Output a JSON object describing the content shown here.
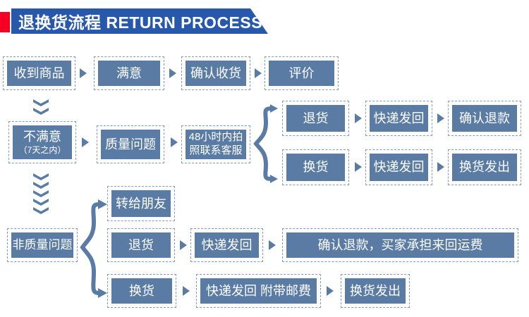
{
  "header": {
    "title": "退换货流程 RETURN PROCESS"
  },
  "colors": {
    "banner_blue": "#2758ab",
    "accent_red": "#f50024",
    "box_fill": "#5a7ca4",
    "box_dashed_border": "#7f9bbd",
    "text_on_box": "#ffffff"
  },
  "flow": {
    "received": "收到商品",
    "satisfied": "满意",
    "confirm_receipt": "确认收货",
    "review": "评价",
    "unsatisfied": "不满意",
    "unsatisfied_note": "（7天之内）",
    "quality_issue": "质量问题",
    "contact_service": "48小时内拍照联系客服",
    "q_return": "退货",
    "q_return_ship": "快递发回",
    "q_return_refund": "确认退款",
    "q_exchange": "换货",
    "q_exchange_ship": "快递发回",
    "q_exchange_send": "换货发出",
    "non_quality": "非质量问题",
    "nq_friend": "转给朋友",
    "nq_return": "退货",
    "nq_return_ship": "快递发回",
    "nq_return_refund": "确认退款，买家承担来回运费",
    "nq_exchange": "换货",
    "nq_exchange_ship": "快递发回 附带邮费",
    "nq_exchange_send": "换货发出"
  }
}
